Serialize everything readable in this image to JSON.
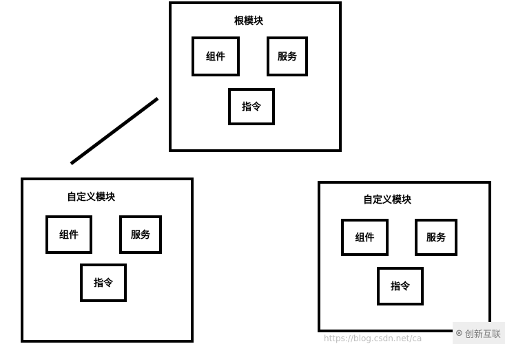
{
  "root": {
    "title": "根模块",
    "items": [
      "组件",
      "服务",
      "指令"
    ]
  },
  "left": {
    "title": "自定义模块",
    "items": [
      "组件",
      "服务",
      "指令"
    ]
  },
  "right": {
    "title": "自定义模块",
    "items": [
      "组件",
      "服务",
      "指令"
    ]
  },
  "watermark": {
    "url": "https://blog.csdn.net/ca",
    "logo_text": "创新互联"
  }
}
